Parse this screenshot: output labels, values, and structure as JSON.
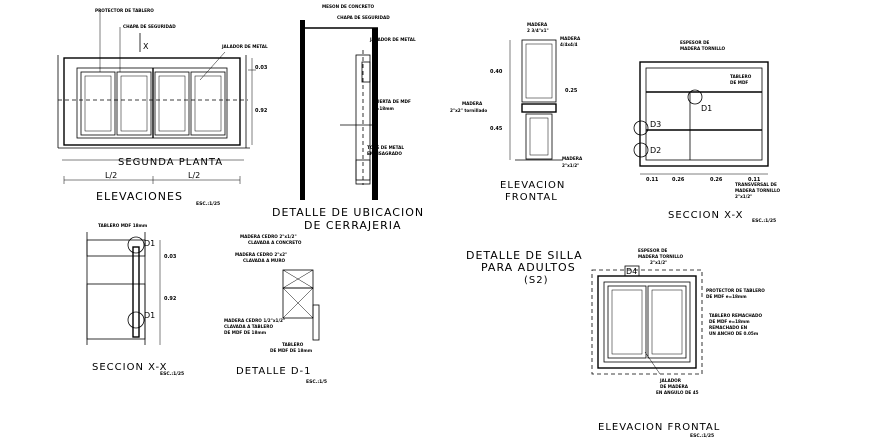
{
  "elevaciones": {
    "title": "ELEVACIONES",
    "scale": "ESC.:1/25",
    "note_protector": "PROTECTOR DE TABLERO",
    "note_chapa": "CHAPA DE SEGURIDAD",
    "note_jalador": "JALADOR DE METAL",
    "section_mark": "X",
    "dim_top": "0.03",
    "dim_mid": "0.92",
    "level": "SEGUNDA PLANTA",
    "half_left": "L/2",
    "half_right": "L/2"
  },
  "detalle_ubicacion": {
    "title_line1": "DETALLE DE UBICACION",
    "title_line2": "DE CERRAJERIA",
    "note_meson": "MESON DE CONCRETO",
    "note_chapa": "CHAPA DE SEGURIDAD",
    "note_jalador": "JALADOR DE METAL",
    "note_puerta": "PUERTA DE MDF",
    "note_puerta2": "e=18mm",
    "note_tope": "TOPE DE METAL",
    "note_tope2": "EMBISAGRADO"
  },
  "elevacion_frontal_1": {
    "title_line1": "ELEVACION",
    "title_line2": "FRONTAL",
    "note_madera_top": "MADERA",
    "note_madera_top2": "2 3/4\"x1\"",
    "note_madera_mid": "MADERA",
    "note_madera_mid2": "4/4x4/4",
    "note_madera_left": "MADERA",
    "note_madera_left2": "2\"x2\" tornillado",
    "note_madera_bottom": "MADERA",
    "note_madera_bottom2": "2\"x1/2\"",
    "dim_1": "0.40",
    "dim_2": "0.25",
    "dim_3": "0.45"
  },
  "seccion_xx_right": {
    "title": "SECCION X-X",
    "scale": "ESC.:1/25",
    "note_espesor": "ESPESOR DE",
    "note_espesor2": "MADERA TORNILLO",
    "note_tablero": "TABLERO",
    "note_tablero2": "DE MDF",
    "note_trans": "TRANSVERSAL DE",
    "note_trans2": "MADERA TORNILLO",
    "note_trans3": "2\"x1/2\"",
    "marker_d1": "D1",
    "marker_d2": "D2",
    "marker_d3": "D3",
    "dims": [
      "0.11",
      "0.26",
      "0.26",
      "0.11"
    ]
  },
  "seccion_xx_left": {
    "title": "SECCION X-X",
    "scale": "ESC.:1/25",
    "note_tablero": "TABLERO MDF 18mm",
    "marker_top": "D1",
    "marker_bottom": "D1",
    "dim_top": "0.03",
    "dim_mid": "0.92"
  },
  "detalle_d1": {
    "title": "DETALLE D-1",
    "scale": "ESC.:1/5",
    "note_a": "MADERA CEDRO 2\"x1/2\"",
    "note_a2": "CLAVADA A CONCRETO",
    "note_b": "MADERA CEDRO 2\"x2\"",
    "note_b2": "CLAVADA A MURO",
    "note_c": "MADERA CEDRO 1/2\"x1/2\"",
    "note_c2": "CLAVADA A TABLERO",
    "note_c3": "DE MDF DE 18mm",
    "note_d": "TABLERO",
    "note_d2": "DE MDF DE 18mm"
  },
  "detalle_silla": {
    "title_line1": "DETALLE DE SILLA",
    "title_line2": "PARA ADULTOS",
    "title_line3": "(S2)"
  },
  "elevacion_frontal_2": {
    "title": "ELEVACION FRONTAL",
    "scale": "ESC.:1/25",
    "marker": "D4",
    "note_espesor": "ESPESOR DE",
    "note_espesor2": "MADERA TORNILLO",
    "note_espesor3": "2\"x1/2\"",
    "note_protector": "PROTECTOR DE TABLERO",
    "note_protector2": "DE MDF e=18mm",
    "note_tablero": "TABLERO REMACHADO",
    "note_tablero2": "DE MDF e=18mm",
    "note_tablero3": "REMACHADO EN",
    "note_tablero4": "UN ANCHO DE 0.05m",
    "note_jalador": "JALADOR",
    "note_jalador2": "DE MADERA",
    "note_jalador3": "EN ANGULO DE 45"
  }
}
